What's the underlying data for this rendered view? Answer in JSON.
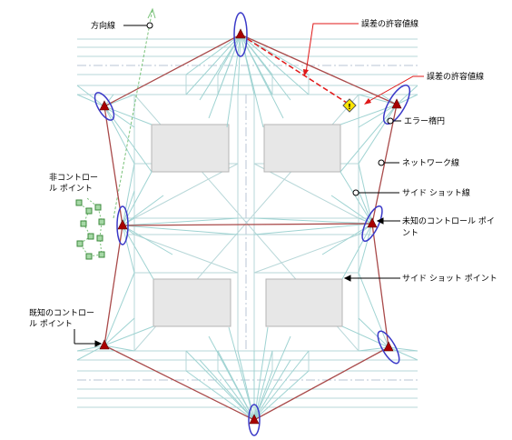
{
  "colors": {
    "background": "#ffffff",
    "parcel_lines": "#b7d7d8",
    "parcel_dash": "#b9c4d6",
    "buildings_fill": "#e7e7e7",
    "buildings_stroke": "#b4b4b4",
    "network_line": "#a94a4a",
    "network_fill": "none",
    "side_shot_line": "#9fd3d2",
    "control_point": "#a80000",
    "error_ellipse": "#3a39c8",
    "tolerance_line": "#e01818",
    "leader_line": "#000000",
    "direction_line": "#7ac27a",
    "non_control_point_fill": "#a6d8a6",
    "non_control_point_stroke": "#3c8a3c",
    "warning_fill": "#ffe600"
  },
  "icons": {
    "control_point": "red-triangle-icon",
    "side_shot_point": "small-circle-icon",
    "non_control_point": "green-square-icon",
    "tolerance_warning": "warning-diamond-icon"
  },
  "callouts": {
    "direction_line": "方向線",
    "tolerance_1": "誤差の許容値線",
    "tolerance_2": "誤差の許容値線",
    "error_ellipse": "エラー楕円",
    "network_line": "ネットワーク線",
    "side_shot_line": "サイド ショット線",
    "non_control_line1": "非コントロー",
    "non_control_line2": "ル ポイント",
    "unknown_control_line1": "未知のコントロール ポイ",
    "unknown_control_line2": "ント",
    "side_shot_point": "サイド ショット ポイント",
    "known_control_line1": "既知のコントロー",
    "known_control_line2": "ル ポイント"
  }
}
